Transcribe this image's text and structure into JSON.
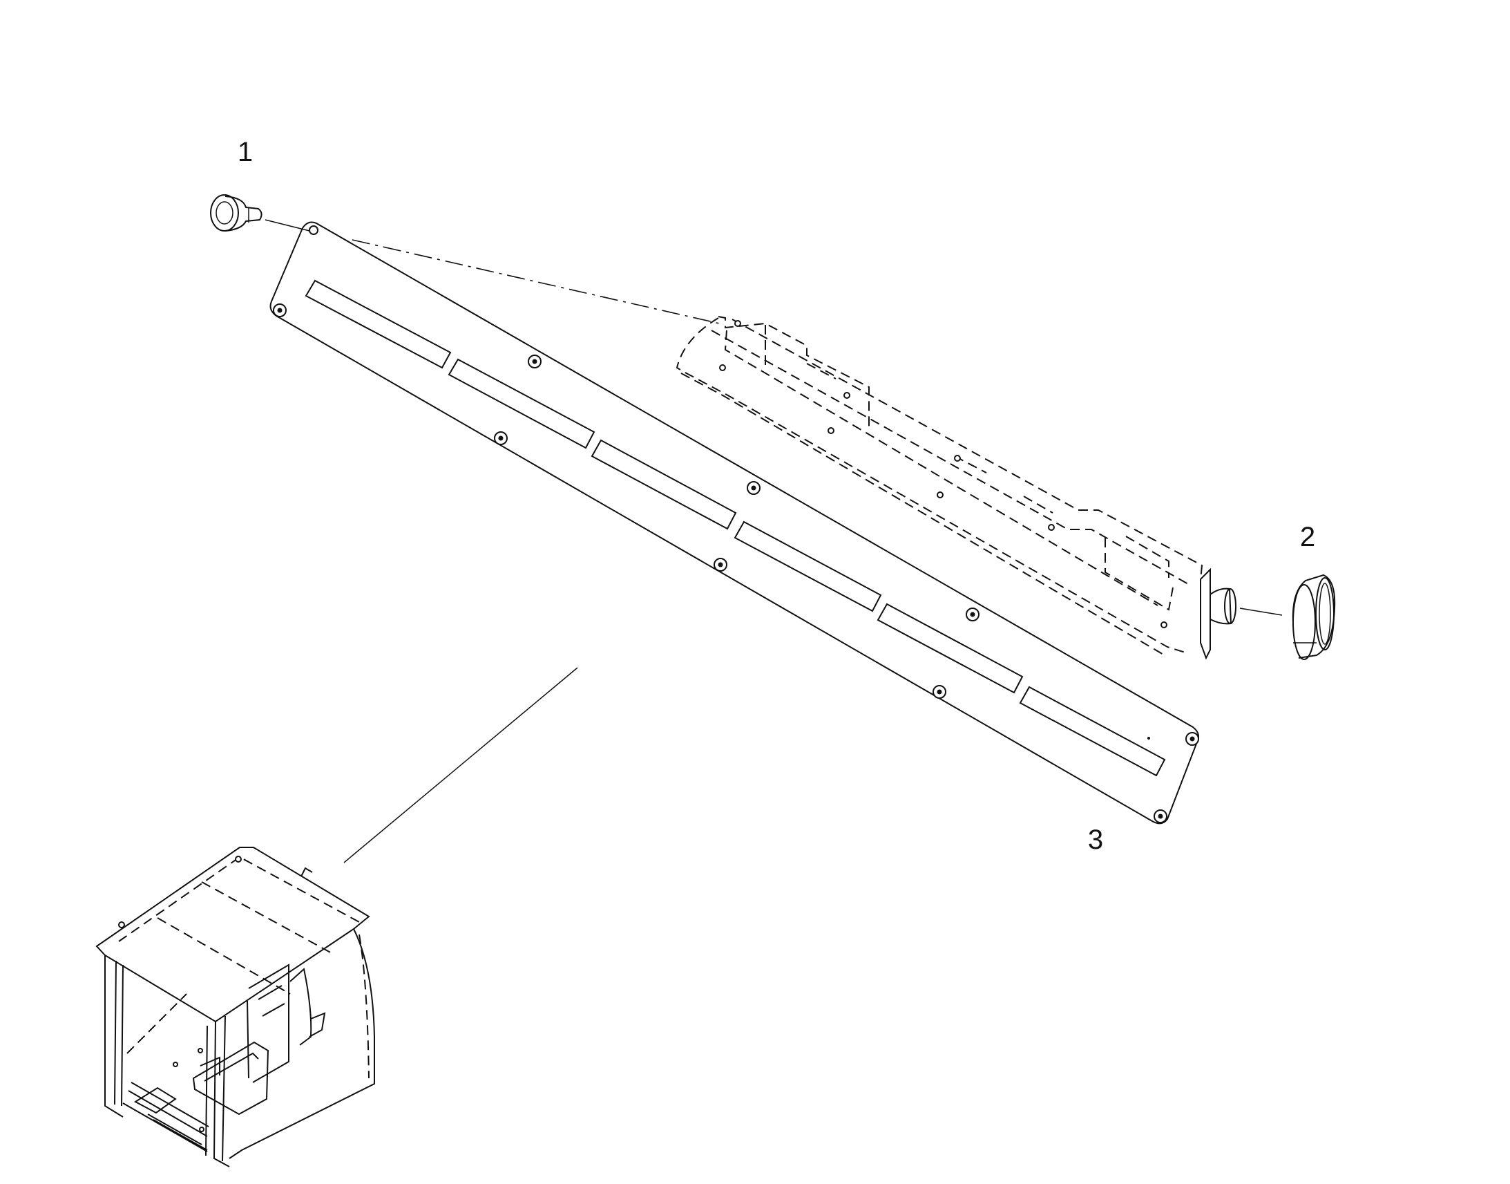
{
  "callouts": {
    "item1": "1",
    "item2": "2",
    "item3": "3"
  },
  "colors": {
    "line": "#111111",
    "background": "#ffffff"
  }
}
